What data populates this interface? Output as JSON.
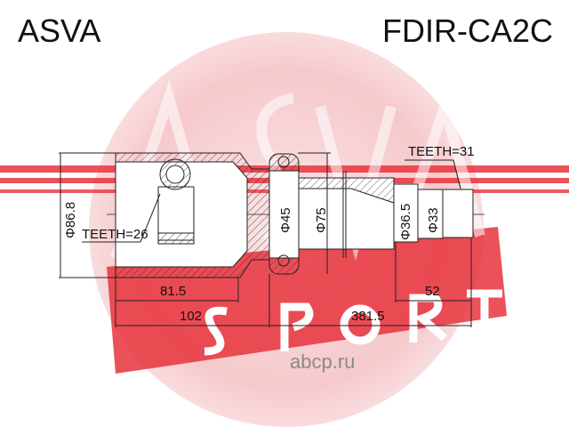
{
  "header": {
    "brand": "ASVA",
    "part_number": "FDIR-CA2C"
  },
  "watermark": {
    "logo_text": "ASVA SPORT",
    "site": "abcp.ru"
  },
  "drawing": {
    "teeth_outer": "TEETH=31",
    "teeth_inner": "TEETH=26",
    "diameters": {
      "housing": "Φ86.8",
      "neck": "Φ45",
      "flange": "Φ75",
      "shaft": "Φ36.5",
      "spline": "Φ33"
    },
    "lengths": {
      "housing": "81.5",
      "joint": "102",
      "total": "381.5",
      "spline": "52"
    }
  },
  "colors": {
    "watermark_red": "#e8323c",
    "watermark_pink": "#f7cfd2",
    "line": "#222222"
  }
}
